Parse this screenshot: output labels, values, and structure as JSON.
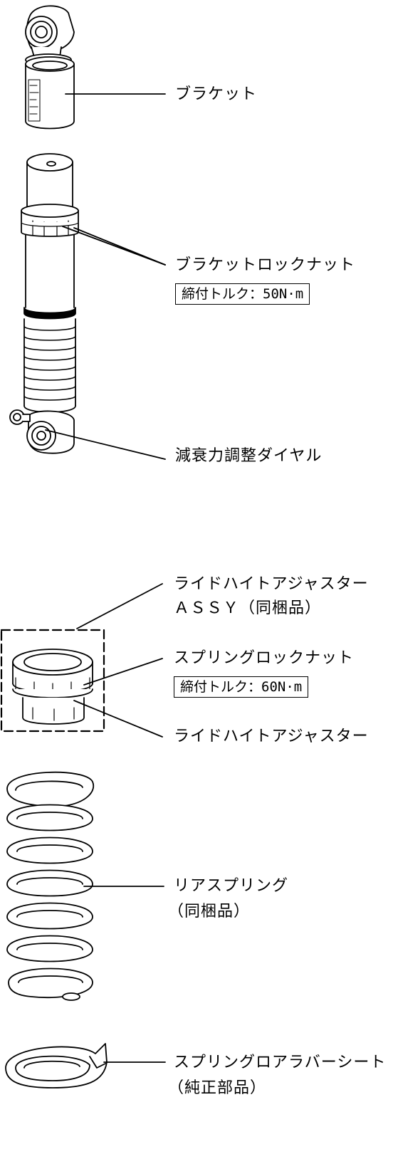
{
  "labels": {
    "bracket": "ブラケット",
    "bracket_lock_nut": "ブラケットロックナット",
    "bracket_torque": "締付トルク：50N·m",
    "damping_dial": "減衰力調整ダイヤル",
    "ride_height_assy_line1": "ライドハイトアジャスター",
    "ride_height_assy_line2": "ＡＳＳＹ（同梱品）",
    "spring_lock_nut": "スプリングロックナット",
    "spring_torque": "締付トルク：60N·m",
    "ride_height_adjuster": "ライドハイトアジャスター",
    "rear_spring_line1": "リアスプリング",
    "rear_spring_line2": "（同梱品）",
    "lower_seat_line1": "スプリングロアラバーシート",
    "lower_seat_line2": "（純正部品）"
  }
}
